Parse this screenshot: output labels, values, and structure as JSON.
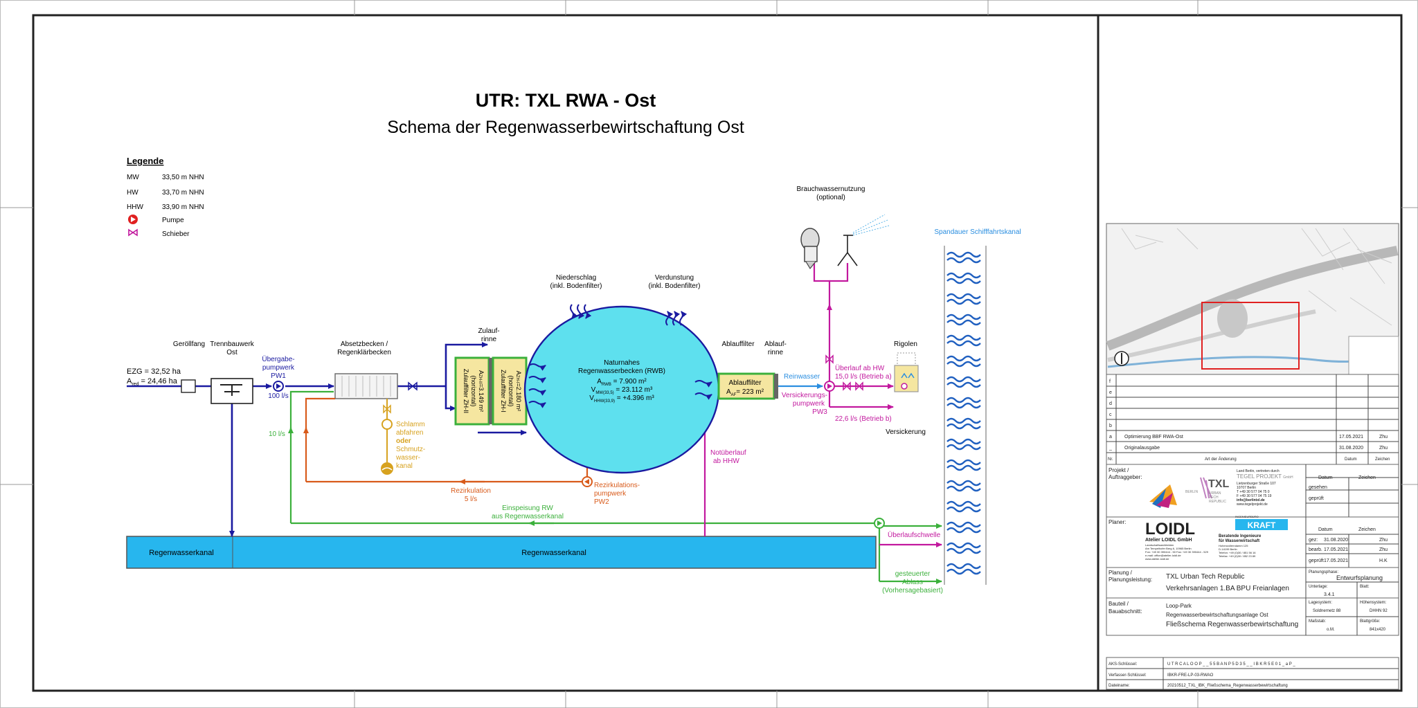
{
  "title": {
    "main": "UTR:  TXL RWA - Ost",
    "sub": "Schema der Regenwasserbewirtschaftung Ost"
  },
  "legend": {
    "heading": "Legende",
    "rows": [
      {
        "key": "MW",
        "value": "33,50 m NHN"
      },
      {
        "key": "HW",
        "value": "33,70 m NHN"
      },
      {
        "key": "HHW",
        "value": "33,90 m NHN"
      },
      {
        "key": "",
        "value": "Pumpe"
      },
      {
        "key": "",
        "value": "Schieber"
      }
    ]
  },
  "labels": {
    "ezg1": "EZG = 32,52 ha",
    "ezg2": "A",
    "ezg2_sub": "red",
    "ezg2_val": " = 24,46 ha",
    "geroellfang": "Geröllfang",
    "trennbauwerk1": "Trennbauwerk",
    "trennbauwerk2": "Ost",
    "uebergabe1": "Übergabe-",
    "uebergabe2": "pumpwerk",
    "uebergabe3": "PW1",
    "flow100": "100 l/s",
    "absetz1": "Absetzbecken /",
    "absetz2": "Regenklärbecken",
    "flow10": "10 l/s",
    "schlamm1": "Schlamm",
    "schlamm2": "abfahren",
    "schlamm3": "oder",
    "schlamm4": "Schmutz-",
    "schlamm5": "wasser-",
    "schlamm6": "kanal",
    "zh2_1": "Zulauffilter ZH-II",
    "zh2_2": "(horizontal)",
    "zh2_3": "A",
    "zh2_3sub": "ZH-II",
    "zh2_3val": "=3.149 m²",
    "zh1_1": "Zulauffilter ZH-I",
    "zh1_2": "(horizontal)",
    "zh1_3": "A",
    "zh1_3sub": "ZH-I",
    "zh1_3val": "=2.180 m²",
    "zulaufrinne1": "Zulauf-",
    "zulaufrinne2": "rinne",
    "niederschlag1": "Niederschlag",
    "niederschlag2": "(inkl. Bodenfilter)",
    "verdunstung1": "Verdunstung",
    "verdunstung2": "(inkl. Bodenfilter)",
    "rwb1": "Naturnahes",
    "rwb2": "Regenwasserbecken (RWB)",
    "rwb3": "A",
    "rwb3sub": "RWB",
    "rwb3val": " = 7.900 m²",
    "rwb4": "V",
    "rwb4sub": "MW(33,5)",
    "rwb4val": " = 23.112 m³",
    "rwb5": "V",
    "rwb5sub": "HHW(33,9)",
    "rwb5val": " = +4.396 m³",
    "ablauffilter_lbl": "Ablauffilter",
    "ablaufrinne1": "Ablauf-",
    "ablaufrinne2": "rinne",
    "af1": "Ablauffilter",
    "af2": "A",
    "af2sub": "AF",
    "af2val": "= 223 m²",
    "reinwasser": "Reinwasser",
    "versick1": "Versickerungs-",
    "versick2": "pumpwerk",
    "versick3": "PW3",
    "ueberlaufHW1": "Überlauf ab HW",
    "ueberlaufHW2": "15,0 l/s (Betrieb a)",
    "betriebB": "22,6 l/s (Betrieb b)",
    "rigolen": "Rigolen",
    "versickerung": "Versickerung",
    "brauch1": "Brauchwassernutzung",
    "brauch2": "(optional)",
    "spandau": "Spandauer Schifffahrtskanal",
    "notueber1": "Notüberlauf",
    "notueber2": "ab HHW",
    "rezirk1": "Rezirkulation",
    "rezirk2": "5 l/s",
    "rezpw1": "Rezirkulations-",
    "rezpw2": "pumpwerk",
    "rezpw3": "PW2",
    "einspeis1": "Einspeisung RW",
    "einspeis2": "aus Regenwasserkanal",
    "rwk1": "Regenwasserkanal",
    "rwk2": "Regenwasserkanal",
    "ueberlaufschwelle": "Überlaufschwelle",
    "ablass1": "gesteuerter",
    "ablass2": "Ablass",
    "ablass3": "(Vorhersagebasiert)"
  },
  "titleblock": {
    "revisions": [
      {
        "idx": "f",
        "text": "",
        "date": "",
        "sign": ""
      },
      {
        "idx": "e",
        "text": "",
        "date": "",
        "sign": ""
      },
      {
        "idx": "d",
        "text": "",
        "date": "",
        "sign": ""
      },
      {
        "idx": "c",
        "text": "",
        "date": "",
        "sign": ""
      },
      {
        "idx": "b",
        "text": "",
        "date": "",
        "sign": ""
      },
      {
        "idx": "a",
        "text": "Optimierung BBF RWA-Ost",
        "date": "17.05.2021",
        "sign": "Zhu"
      },
      {
        "idx": "_",
        "text": "Originalausgabe",
        "date": "31.08.2020",
        "sign": "Zhu"
      }
    ],
    "rev_header": {
      "nr": "Nr.",
      "art": "Art der Änderung",
      "datum": "Datum",
      "zeichen": "Zeichen"
    },
    "projekt_label1": "Projekt /",
    "projekt_label2": "Auftraggeber:",
    "tegel_small": "Land Berlin, vertreten durch",
    "tegel_name": "TEGEL PROJEKT",
    "tegel_gmbh": "GmbH",
    "tegel_addr": [
      "Lietzenburger Straße 107",
      "10707 Berlin",
      "T +49 30 577 04 75 0",
      "F +49 30 577 04 75 19",
      "info@berlintxl.de",
      "www.tegelprojekt.de"
    ],
    "txl_logo": "TXL",
    "txl_sub": [
      "URBAN",
      "TECH",
      "REPUBLIC"
    ],
    "berlin_logo": "BERLIN",
    "proj_cols": {
      "datum": "Datum",
      "zeichen": "Zeichen"
    },
    "proj_rows": [
      "gesehen",
      "geprüft"
    ],
    "planer_label": "Planer:",
    "loidl_logo": "LOIDL",
    "loidl_name": "Atelier LOIDL GmbH",
    "loidl_addr": [
      "Landschaftsarchitekten",
      "Am Tempelhofer Berg 6, 10965 Berlin",
      "Fon: +49 30 390444 - 50 Fax: +49 30 390444 - 529",
      "e-mail: office@atelier-loidl.de",
      "www.atelier-loidl.de"
    ],
    "kraft_small": "INGENIEURBÜRO",
    "kraft_logo": "KRAFT",
    "kraft_name1": "Beratende Ingenieure",
    "kraft_name2": "für Wasserwirtschaft",
    "kraft_addr": [
      "Hohenzollerndamm 125",
      "D-14199 Berlin",
      "Telefon: +49 (0)30 / 851 56 16",
      "Telefax: +49 (0)30 / 852 23 89"
    ],
    "planer_rows": [
      {
        "k": "",
        "date": "Datum",
        "sign": "Zeichen"
      },
      {
        "k": "gez:",
        "date": "31.08.2020",
        "sign": "Zhu"
      },
      {
        "k": "bearb.",
        "date": "17.05.2021",
        "sign": "Zhu"
      },
      {
        "k": "geprüft",
        "date": "17.05.2021",
        "sign": "H.K"
      }
    ],
    "planung_label1": "Planung /",
    "planung_label2": "Planungsleistung:",
    "planung1": "TXL Urban Tech Republic",
    "planung2": "Verkehrsanlagen 1.BA BPU Freianlagen",
    "phase_label": "Planungsphase:",
    "phase": "Entwurfsplanung",
    "unterlage_label": "Unterlage:",
    "unterlage": "3.4.1",
    "blatt_label": "Blatt:",
    "blatt": "",
    "bauteil_label1": "Bauteil /",
    "bauteil_label2": "Bauabschnitt:",
    "bauteil1": "Loop-Park",
    "bauteil2": "Regenwasserbewirtschaftungsanlage Ost",
    "bauteil3": "Fließschema Regenwasserbewirtschaftung",
    "lage_label": "Lagesystem:",
    "lage": "Soldnernetz 88",
    "hoehe_label": "Höhensystem:",
    "hoehe": "DHHN 92",
    "massstab_label": "Maßstab:",
    "massstab": "o.M.",
    "blattgroesse_label": "Blattgröße:",
    "blattgroesse": "841x420",
    "aks_label": "AKS-Schlüssel:",
    "aks": "U T R C A L O O P _ _ 5 5 B A N P 5 D 3 5 _ _ I B K R 5 E 0 1 _ a P _",
    "verf_label": "Verfasser-Schlüssel:",
    "verf": "IBKR-FRE-LP-03-RWAO",
    "datei_label": "Dateiname:",
    "datei": "20210512_TXL_IBK_Fließschema_Regenwasserbewirtschaftung"
  },
  "colors": {
    "blue": "#1a1aa0",
    "cyan": "#5ee0ee",
    "canal": "#27b6ee",
    "green": "#3bb03b",
    "orange": "#d85a1a",
    "magenta": "#c2189e",
    "sludge": "#d7a21f",
    "filter": "#f5e6a0",
    "reinwasser": "#2a8ee0",
    "pump": "#e02020",
    "wave": "#2060c0"
  }
}
